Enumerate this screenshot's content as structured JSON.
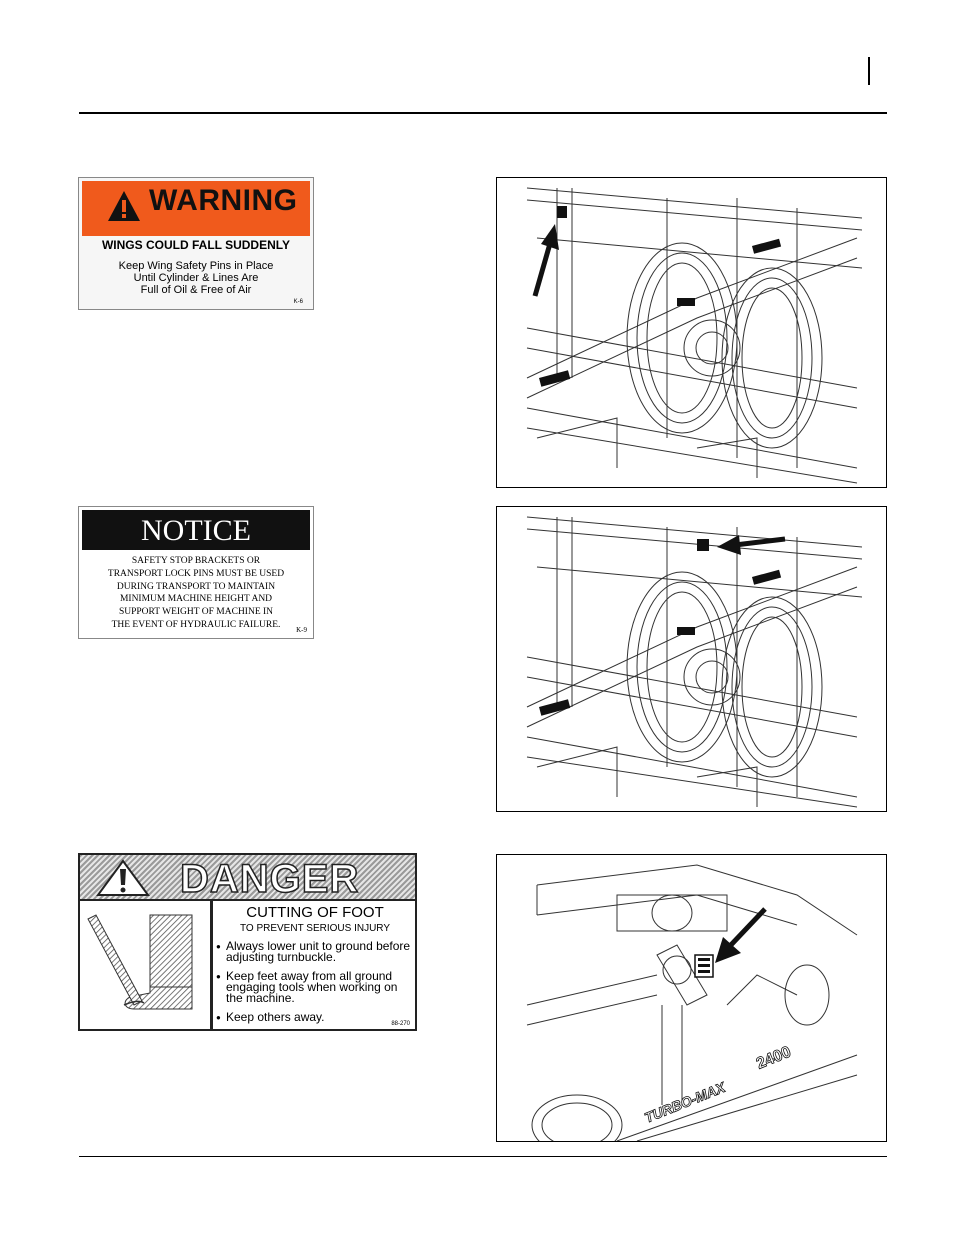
{
  "decals": {
    "warning": {
      "title": "WARNING",
      "subtitle": "WINGS COULD FALL SUDDENLY",
      "lines": [
        "Keep Wing Safety Pins in Place",
        "Until Cylinder & Lines Are",
        "Full of Oil & Free of Air"
      ],
      "code": "K-6",
      "band_color": "#f05a1c"
    },
    "notice": {
      "title": "NOTICE",
      "lines": [
        "SAFETY STOP BRACKETS OR",
        "TRANSPORT LOCK PINS MUST BE USED",
        "DURING TRANSPORT TO MAINTAIN",
        "MINIMUM MACHINE HEIGHT AND",
        "SUPPORT WEIGHT OF MACHINE IN",
        "THE EVENT OF HYDRAULIC FAILURE."
      ],
      "code": "K-9"
    },
    "danger": {
      "title": "DANGER",
      "heading": "CUTTING OF FOOT",
      "subheading": "TO PREVENT SERIOUS INJURY",
      "bullets": [
        "Always lower unit to ground before adjusting turnbuckle.",
        "Keep feet away  from all ground engaging tools when working on the machine.",
        "Keep others away."
      ],
      "code": "88-270"
    }
  },
  "figures": {
    "machine_label": "TURBO-MAX",
    "model_label": "2400"
  }
}
